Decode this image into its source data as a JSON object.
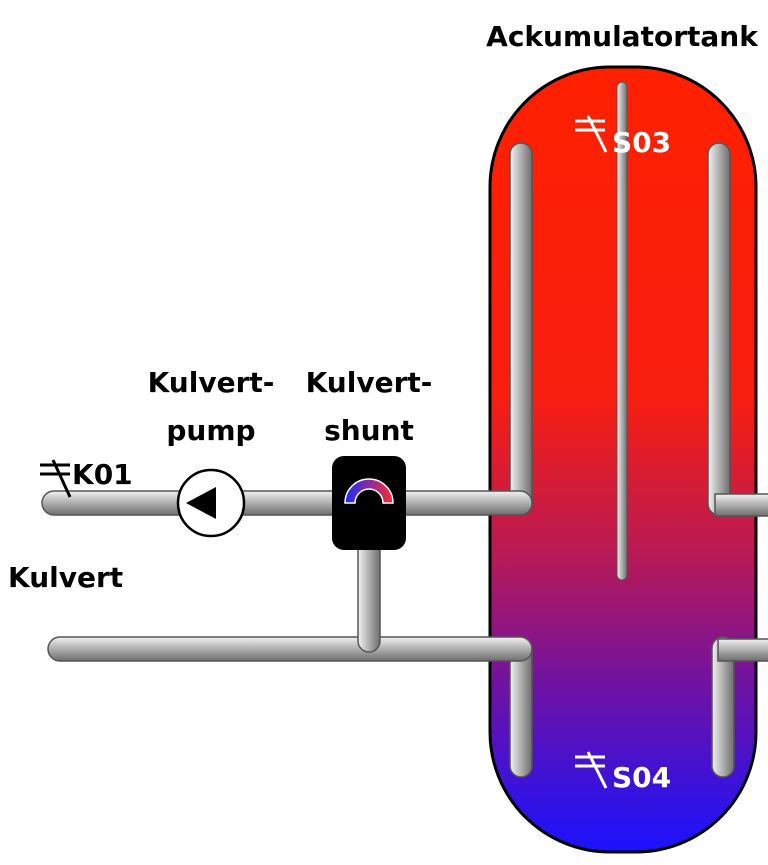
{
  "title": "Ackumulatortank",
  "labels": {
    "pump_line1": "Kulvert-",
    "pump_line2": "pump",
    "shunt_line1": "Kulvert-",
    "shunt_line2": "shunt",
    "kulvert": "Kulvert"
  },
  "sensors": {
    "k01": "K01",
    "s03": "S03",
    "s04": "S04"
  },
  "colors": {
    "tank_hot": "#ff2200",
    "tank_mid": "#8a1a7a",
    "tank_cold": "#1a10ff",
    "pipe": "#b8b8b8",
    "shunt_body": "#000000"
  }
}
